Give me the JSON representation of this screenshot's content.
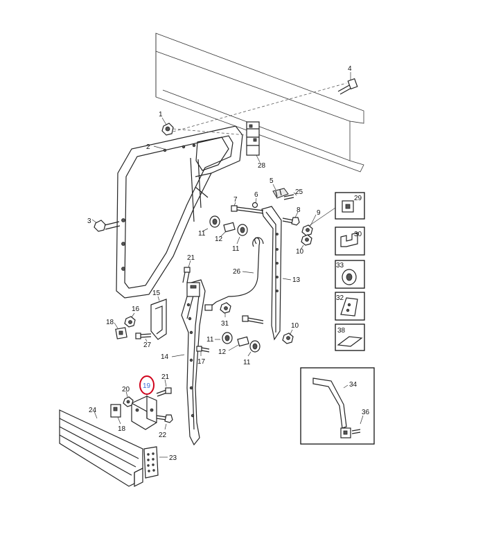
{
  "labels": {
    "p1": "1",
    "p2": "2",
    "p3": "3",
    "p4": "4",
    "p5": "5",
    "p6": "6",
    "p7": "7",
    "p8": "8",
    "p9": "9",
    "p10a": "10",
    "p10b": "10",
    "p11a": "11",
    "p11b": "11",
    "p11c": "11",
    "p11d": "11",
    "p12a": "12",
    "p12b": "12",
    "p13": "13",
    "p14": "14",
    "p15": "15",
    "p16": "16",
    "p17": "17",
    "p18a": "18",
    "p18b": "18",
    "p19": "19",
    "p20": "20",
    "p21a": "21",
    "p21b": "21",
    "p22": "22",
    "p23": "23",
    "p24": "24",
    "p25": "25",
    "p26": "26",
    "p27": "27",
    "p28": "28",
    "p29": "29",
    "p30": "30",
    "p31": "31",
    "p32": "32",
    "p33": "33",
    "p34": "34",
    "p36": "36",
    "p38": "38"
  },
  "highlighted_part": "19",
  "colors": {
    "highlight": "#d0021b",
    "highlight_text": "#3a6fd8",
    "ink": "#222222"
  }
}
